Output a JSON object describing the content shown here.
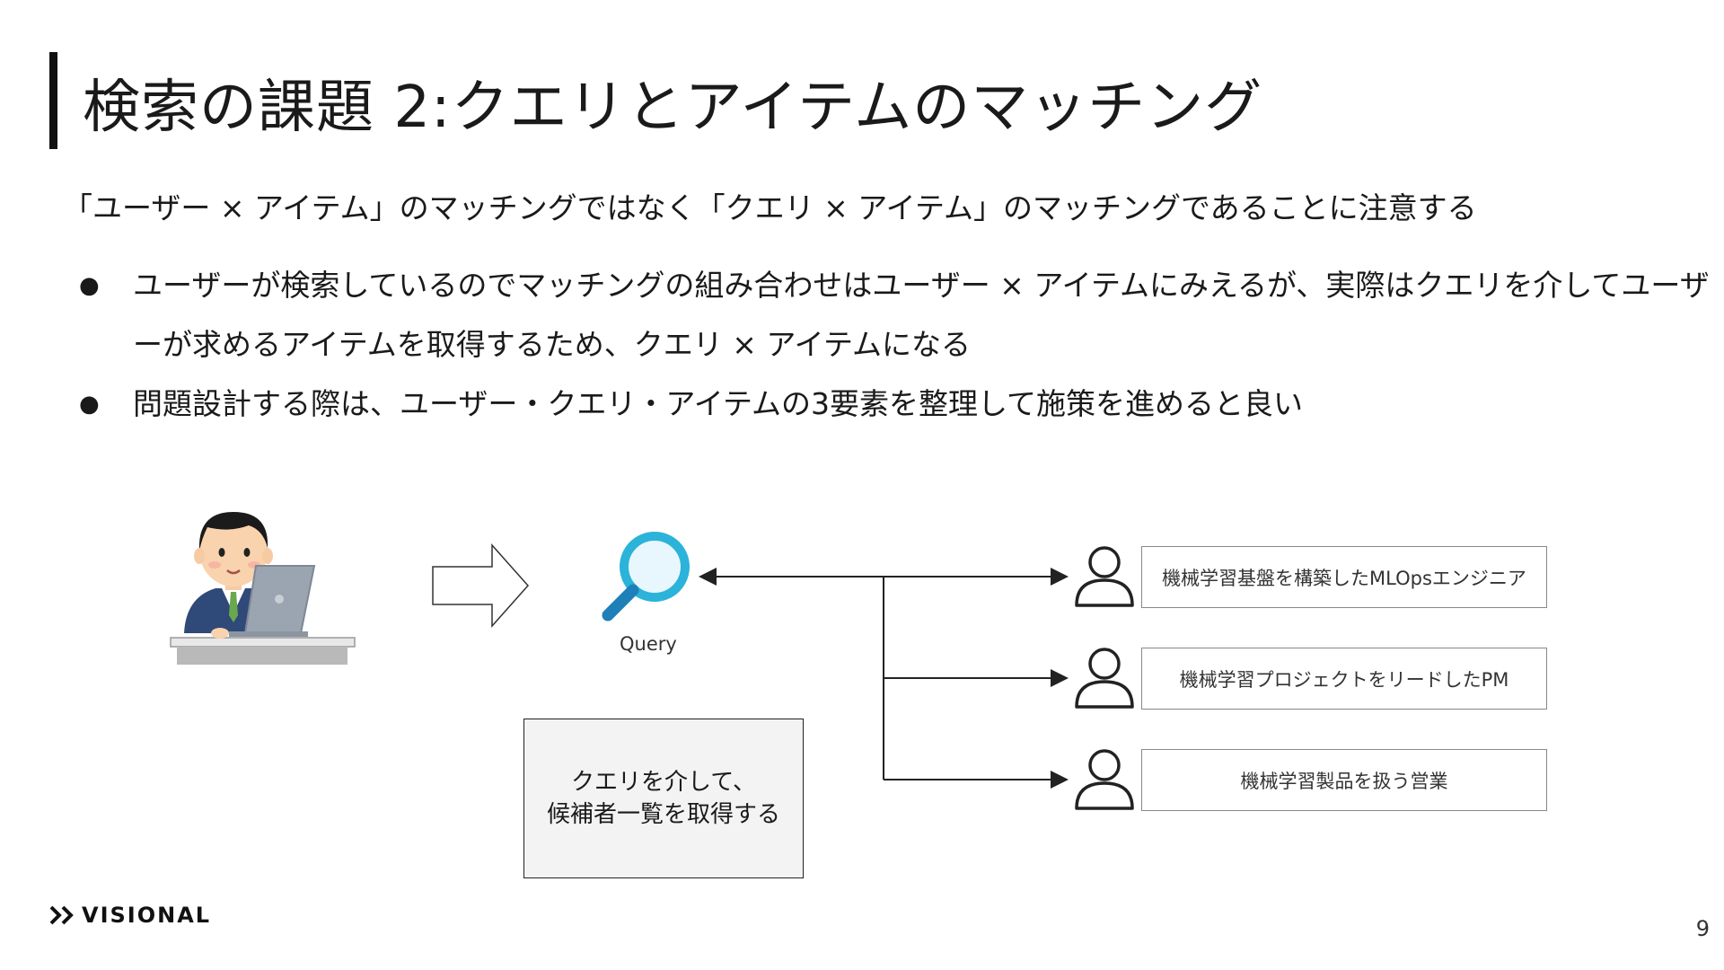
{
  "slide": {
    "title": "検索の課題 2:クエリとアイテムのマッチング",
    "lead": "「ユーザー × アイテム」のマッチングではなく「クエリ × アイテム」のマッチングであることに注意する",
    "bullets": [
      {
        "text": "ユーザーが検索しているのでマッチングの組み合わせはユーザー × アイテムにみえるが、実際はクエリを介してユーザーが求めるアイテムを取得するため、クエリ × アイテムになる"
      },
      {
        "text": "問題設計する際は、ユーザー・クエリ・アイテムの3要素を整理して施策を進めると良い"
      }
    ],
    "bullet_glyph": "●"
  },
  "diagram": {
    "query_label": "Query",
    "roles": [
      {
        "label": "機械学習基盤を構築したMLOpsエンジニア"
      },
      {
        "label": "機械学習プロジェクトをリードしたPM"
      },
      {
        "label": "機械学習製品を扱う営業"
      }
    ],
    "note_lines": [
      "クエリを介して、",
      "候補者一覧を取得する"
    ]
  },
  "footer": {
    "logo_text": "VISIONAL",
    "page_number": "9"
  },
  "colors": {
    "magnifier_ring": "#2bb3da",
    "magnifier_handle": "#1f7fb8",
    "suit": "#2f4a78",
    "laptop": "#9aa5b1",
    "desk": "#b9b9b9",
    "text": "#1a1a1a"
  },
  "icons": [
    "person-at-laptop-illustration",
    "outline-right-arrow-icon",
    "magnifier-icon",
    "user-icon",
    "chevrons-logo-icon"
  ]
}
